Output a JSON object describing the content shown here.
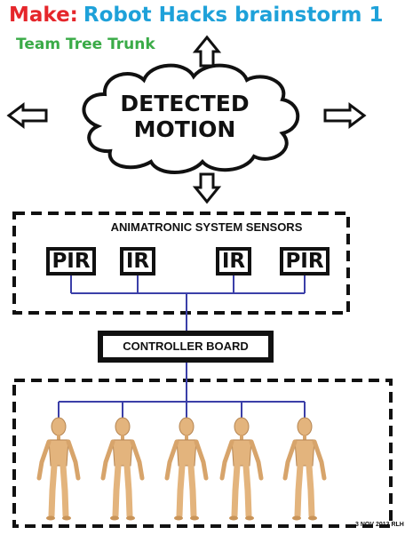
{
  "title": {
    "prefix": "Make:",
    "main": "Robot Hacks brainstorm 1"
  },
  "subtitle": "Team Tree Trunk",
  "cloud": {
    "line1": "DETECTED",
    "line2": "MOTION"
  },
  "sensor_group": {
    "label": "ANIMATRONIC SYSTEM SENSORS",
    "sensors": [
      "PIR",
      "IR",
      "IR",
      "PIR"
    ]
  },
  "controller": {
    "label": "CONTROLLER BOARD"
  },
  "figures": {
    "count": 5,
    "description_icon": "wooden-mannequin-icon"
  },
  "credit": "3 NOV 2013 RLH",
  "colors": {
    "title_prefix": "#e5262b",
    "title_main": "#1ea1d9",
    "subtitle": "#3aab47",
    "wire": "#3b3fa8",
    "mannequin": "#e3b47d"
  }
}
